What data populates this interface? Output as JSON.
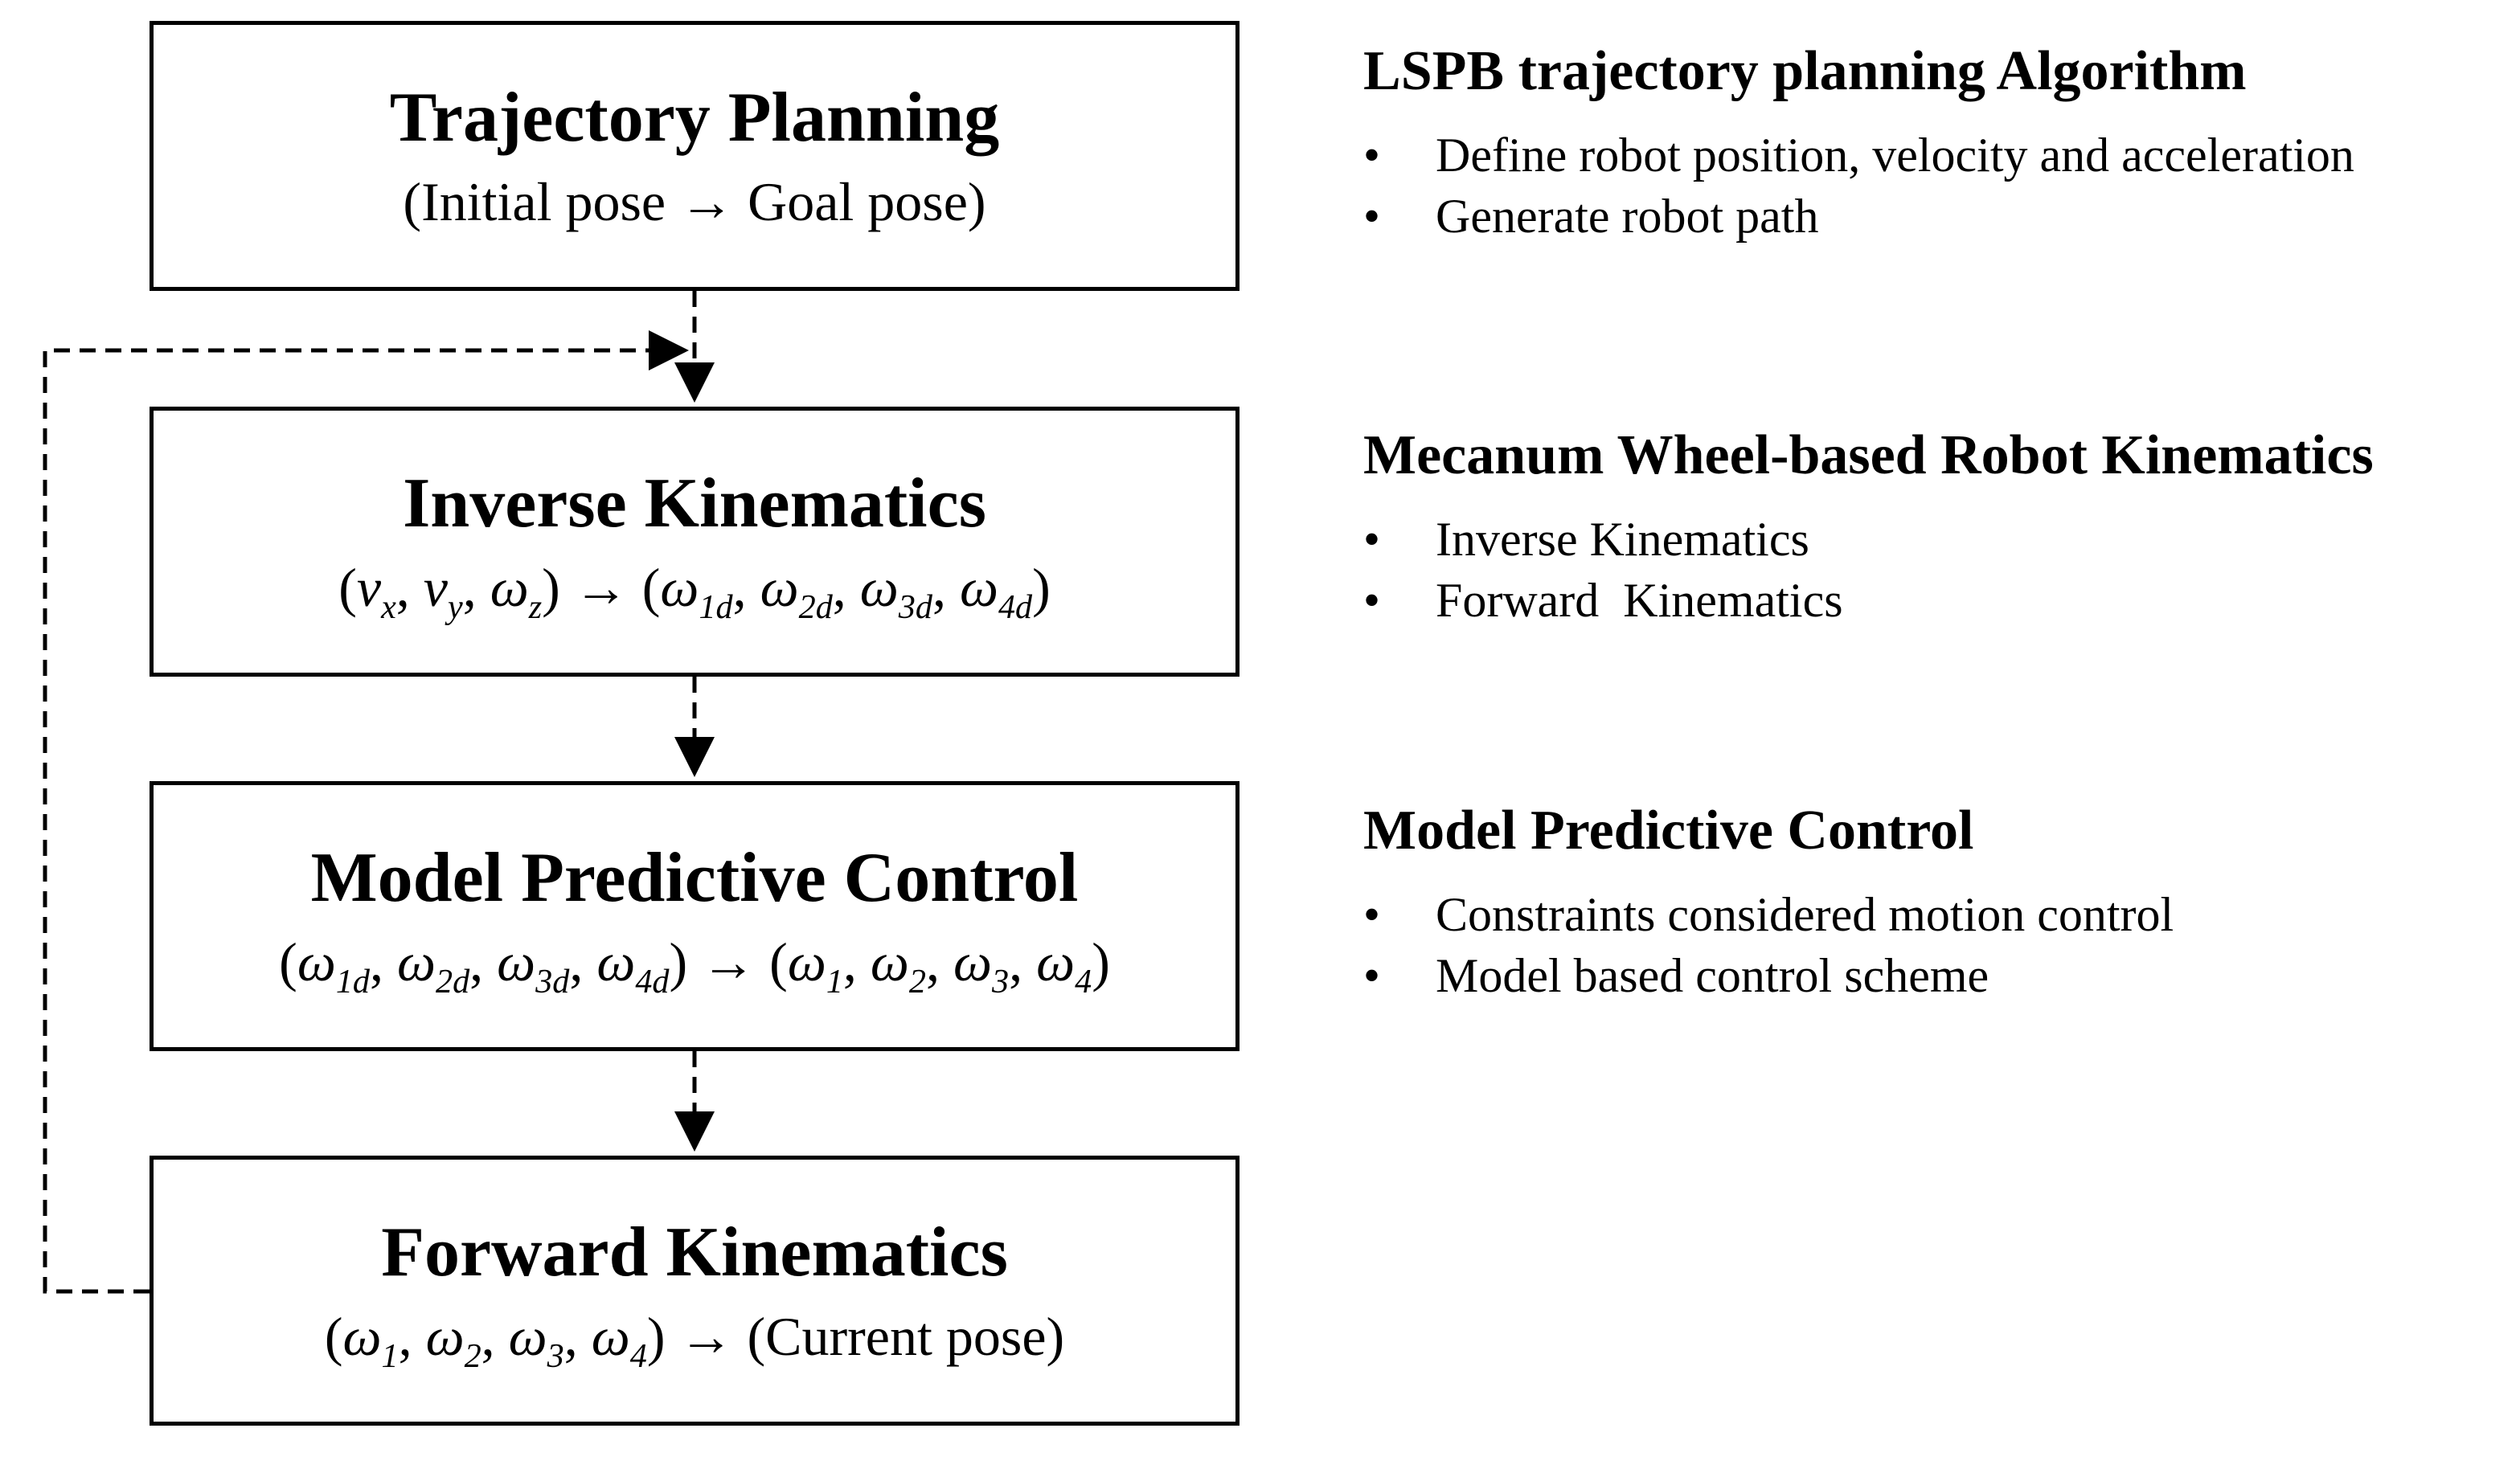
{
  "boxes": [
    {
      "title": "Trajectory Planning",
      "sub": "(Initial pose → Goal pose)"
    },
    {
      "title": "Inverse Kinematics",
      "math": {
        "lhs": [
          "v",
          "x",
          "v",
          "y",
          "ω",
          "z"
        ],
        "rhs": [
          "ω",
          "1d",
          "ω",
          "2d",
          "ω",
          "3d",
          "ω",
          "4d"
        ]
      }
    },
    {
      "title": "Model Predictive Control",
      "math": {
        "lhs": [
          "ω",
          "1d",
          "ω",
          "2d",
          "ω",
          "3d",
          "ω",
          "4d"
        ],
        "rhs": [
          "ω",
          "1",
          "ω",
          "2",
          "ω",
          "3",
          "ω",
          "4"
        ]
      }
    },
    {
      "title": "Forward Kinematics",
      "math": {
        "lhs": [
          "ω",
          "1",
          "ω",
          "2",
          "ω",
          "3",
          "ω",
          "4"
        ],
        "rhs_text": "Current pose"
      }
    }
  ],
  "symbols": {
    "arrow": "→",
    "open": "(",
    "close": ")",
    "comma": ", ",
    "bullet": "•"
  },
  "side": [
    {
      "heading": "LSPB trajectory planning Algorithm",
      "items": [
        "Define robot position, velocity and acceleration",
        "Generate robot path"
      ]
    },
    {
      "heading": "Mecanum Wheel-based Robot Kinematics",
      "items": [
        "Inverse Kinematics",
        "Forward  Kinematics"
      ]
    },
    {
      "heading": "Model Predictive Control",
      "items": [
        "Constraints considered motion control",
        "Model based control scheme"
      ]
    }
  ]
}
